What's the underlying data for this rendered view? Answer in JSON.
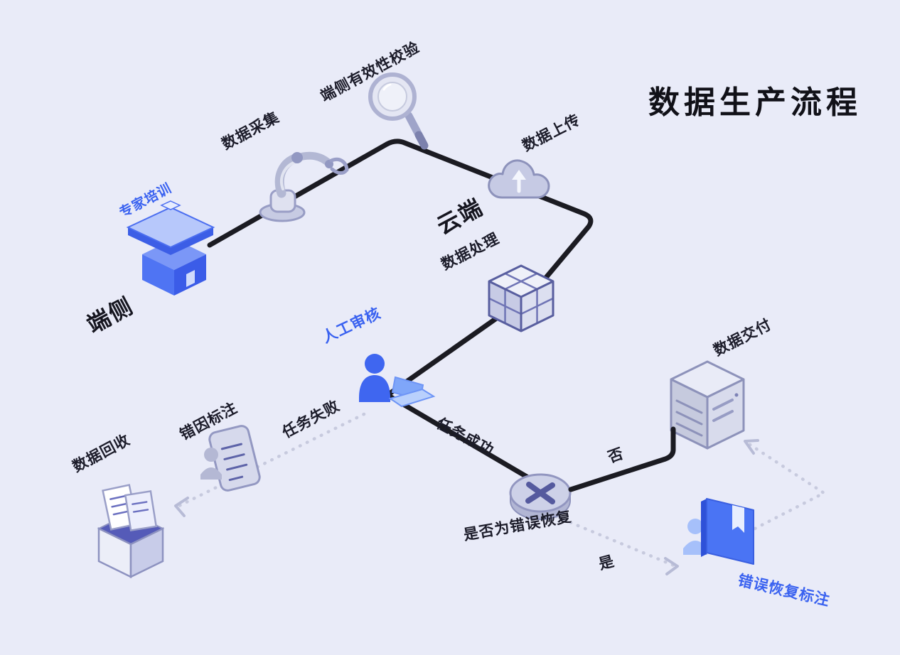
{
  "title": "数据生产流程",
  "zones": {
    "device": "端侧",
    "cloud": "云端"
  },
  "steps": {
    "expert_training": "专家培训",
    "data_collection": "数据采集",
    "device_validity_check": "端侧有效性校验",
    "data_upload": "数据上传",
    "data_processing": "数据处理",
    "manual_review": "人工审核",
    "error_cause_annotation": "错因标注",
    "data_recycle": "数据回收",
    "decision": "是否为错误恢复",
    "data_delivery": "数据交付",
    "error_recovery_annotation": "错误恢复标注"
  },
  "edges": {
    "task_failed": "任务失败",
    "task_success": "任务成功",
    "no": "否",
    "yes": "是"
  },
  "icons": {
    "expert_training": "podium-graduation-icon",
    "data_collection": "robot-arm-icon",
    "device_validity_check": "magnifier-icon",
    "data_upload": "cloud-upload-icon",
    "data_processing": "cube-modules-icon",
    "manual_review": "person-laptop-icon",
    "error_cause_annotation": "document-person-icon",
    "data_recycle": "box-papers-icon",
    "decision": "decision-x-icon",
    "data_delivery": "server-icon",
    "error_recovery_annotation": "book-person-icon"
  },
  "colors": {
    "background": "#e9ebf8",
    "accent_blue": "#3a62f0",
    "icon_blue": "#4a74f4",
    "flow_line_black": "#1b1b22",
    "dotted_line_gray": "#c7cade",
    "lavender_fill": "#cdd1e8",
    "text_dark": "#1c1c2a"
  }
}
